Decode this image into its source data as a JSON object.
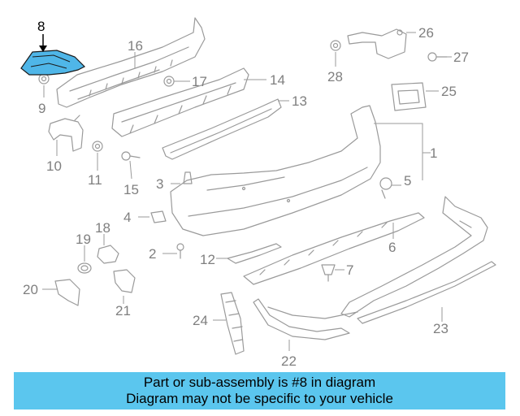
{
  "diagram": {
    "highlighted_callout": "8",
    "callouts": [
      "1",
      "2",
      "3",
      "4",
      "5",
      "6",
      "7",
      "9",
      "10",
      "11",
      "12",
      "13",
      "14",
      "15",
      "16",
      "17",
      "18",
      "19",
      "20",
      "21",
      "22",
      "23",
      "24",
      "25",
      "26",
      "27",
      "28"
    ]
  },
  "banner": {
    "line1": "Part or sub-assembly is #8 in diagram",
    "line2": "Diagram may not be specific to your vehicle"
  },
  "colors": {
    "banner_bg": "#5bc6ee",
    "highlight_part": "#4fb6e8",
    "line_art": "#9a9a9a",
    "callout_text": "#7f7f7f"
  }
}
